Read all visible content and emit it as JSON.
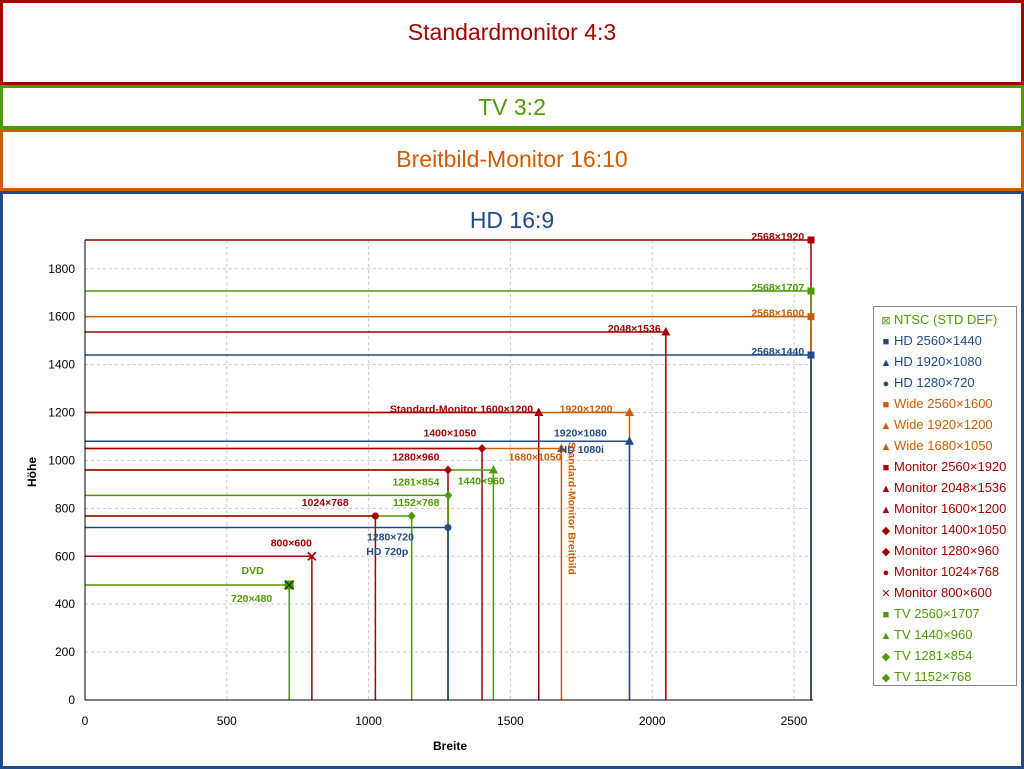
{
  "bands": {
    "standard": {
      "label": "Standardmonitor 4:3",
      "color": "#a40000"
    },
    "tv": {
      "label": "TV 3:2",
      "color": "#4e9a06"
    },
    "wide": {
      "label": "Breitbild-Monitor 16:10",
      "color": "#ce5c00"
    },
    "hd": {
      "label": "HD 16:9",
      "color": "#204a87"
    }
  },
  "chart_data": {
    "type": "scatter",
    "xlabel": "Breite",
    "ylabel": "Höhe",
    "xlim": [
      0,
      2560
    ],
    "ylim": [
      0,
      1920
    ],
    "xticks": [
      0,
      500,
      1000,
      1500,
      2000,
      2500
    ],
    "yticks": [
      0,
      200,
      400,
      600,
      800,
      1000,
      1200,
      1400,
      1600,
      1800
    ],
    "grid": true,
    "legend_position": "right",
    "series": [
      {
        "name": "NTSC (STD DEF)",
        "color": "#4e9a06",
        "marker": "xsquare",
        "x": 720,
        "y": 480
      },
      {
        "name": "HD 2560×1440",
        "color": "#204a87",
        "marker": "square",
        "x": 2560,
        "y": 1440
      },
      {
        "name": "HD 1920×1080",
        "color": "#204a87",
        "marker": "triangle",
        "x": 1920,
        "y": 1080
      },
      {
        "name": "HD 1280×720",
        "color": "#204a87",
        "marker": "circle",
        "x": 1280,
        "y": 720
      },
      {
        "name": "Wide 2560×1600",
        "color": "#ce5c00",
        "marker": "square",
        "x": 2560,
        "y": 1600
      },
      {
        "name": "Wide 1920×1200",
        "color": "#ce5c00",
        "marker": "triangle",
        "x": 1920,
        "y": 1200
      },
      {
        "name": "Wide 1680×1050",
        "color": "#ce5c00",
        "marker": "triangle",
        "x": 1680,
        "y": 1050
      },
      {
        "name": "Monitor 2560×1920",
        "color": "#a40000",
        "marker": "square",
        "x": 2560,
        "y": 1920
      },
      {
        "name": "Monitor 2048×1536",
        "color": "#a40000",
        "marker": "triangle",
        "x": 2048,
        "y": 1536
      },
      {
        "name": "Monitor 1600×1200",
        "color": "#a40000",
        "marker": "triangle",
        "x": 1600,
        "y": 1200
      },
      {
        "name": "Monitor 1400×1050",
        "color": "#a40000",
        "marker": "diamond",
        "x": 1400,
        "y": 1050
      },
      {
        "name": "Monitor 1280×960",
        "color": "#a40000",
        "marker": "diamond",
        "x": 1280,
        "y": 960
      },
      {
        "name": "Monitor 1024×768",
        "color": "#a40000",
        "marker": "circle",
        "x": 1024,
        "y": 768
      },
      {
        "name": "Monitor 800×600",
        "color": "#a40000",
        "marker": "x",
        "x": 800,
        "y": 600
      },
      {
        "name": "TV 2560×1707",
        "color": "#4e9a06",
        "marker": "square",
        "x": 2560,
        "y": 1707
      },
      {
        "name": "TV 1440×960",
        "color": "#4e9a06",
        "marker": "triangle",
        "x": 1440,
        "y": 960
      },
      {
        "name": "TV 1281×854",
        "color": "#4e9a06",
        "marker": "diamond",
        "x": 1281,
        "y": 854
      },
      {
        "name": "TV 1152×768",
        "color": "#4e9a06",
        "marker": "diamond",
        "x": 1152,
        "y": 768
      }
    ],
    "annotations": [
      {
        "text": "2568×1920",
        "color": "#a40000",
        "x": 2536,
        "y": 1920
      },
      {
        "text": "2568×1707",
        "color": "#4e9a06",
        "x": 2536,
        "y": 1707
      },
      {
        "text": "2568×1600",
        "color": "#ce5c00",
        "x": 2536,
        "y": 1600
      },
      {
        "text": "2048×1536",
        "color": "#a40000",
        "x": 2030,
        "y": 1536
      },
      {
        "text": "2568×1440",
        "color": "#204a87",
        "x": 2536,
        "y": 1440
      },
      {
        "text": "Standard-Monitor  1600×1200",
        "color": "#a40000",
        "x": 1580,
        "y": 1200
      },
      {
        "text": "1920×1200",
        "color": "#ce5c00",
        "x": 1860,
        "y": 1200
      },
      {
        "text": "1400×1050",
        "color": "#a40000",
        "x": 1380,
        "y": 1100
      },
      {
        "text": "1920×1080",
        "color": "#204a87",
        "x": 1840,
        "y": 1100
      },
      {
        "text": "HD  1080i",
        "color": "#204a87",
        "x": 1830,
        "y": 1030
      },
      {
        "text": "1280×960",
        "color": "#a40000",
        "x": 1250,
        "y": 1000
      },
      {
        "text": "1680×1050",
        "color": "#ce5c00",
        "x": 1680,
        "y": 1000
      },
      {
        "text": "1440×960",
        "color": "#4e9a06",
        "x": 1480,
        "y": 900
      },
      {
        "text": "1281×854",
        "color": "#4e9a06",
        "x": 1250,
        "y": 895
      },
      {
        "text": "1024×768",
        "color": "#a40000",
        "x": 930,
        "y": 810
      },
      {
        "text": "1152×768",
        "color": "#4e9a06",
        "x": 1250,
        "y": 810
      },
      {
        "text": "1280×720",
        "color": "#204a87",
        "x": 1160,
        "y": 665
      },
      {
        "text": "HD  720p",
        "color": "#204a87",
        "x": 1140,
        "y": 605
      },
      {
        "text": "800×600",
        "color": "#a40000",
        "x": 800,
        "y": 640
      },
      {
        "text": "DVD",
        "color": "#4e9a06",
        "x": 630,
        "y": 525
      },
      {
        "text": "720×480",
        "color": "#4e9a06",
        "x": 660,
        "y": 410
      }
    ],
    "vertical_label": {
      "text": "Standard-Monitor Breitbild",
      "color": "#ce5c00",
      "x": 1705,
      "y": 800
    }
  }
}
